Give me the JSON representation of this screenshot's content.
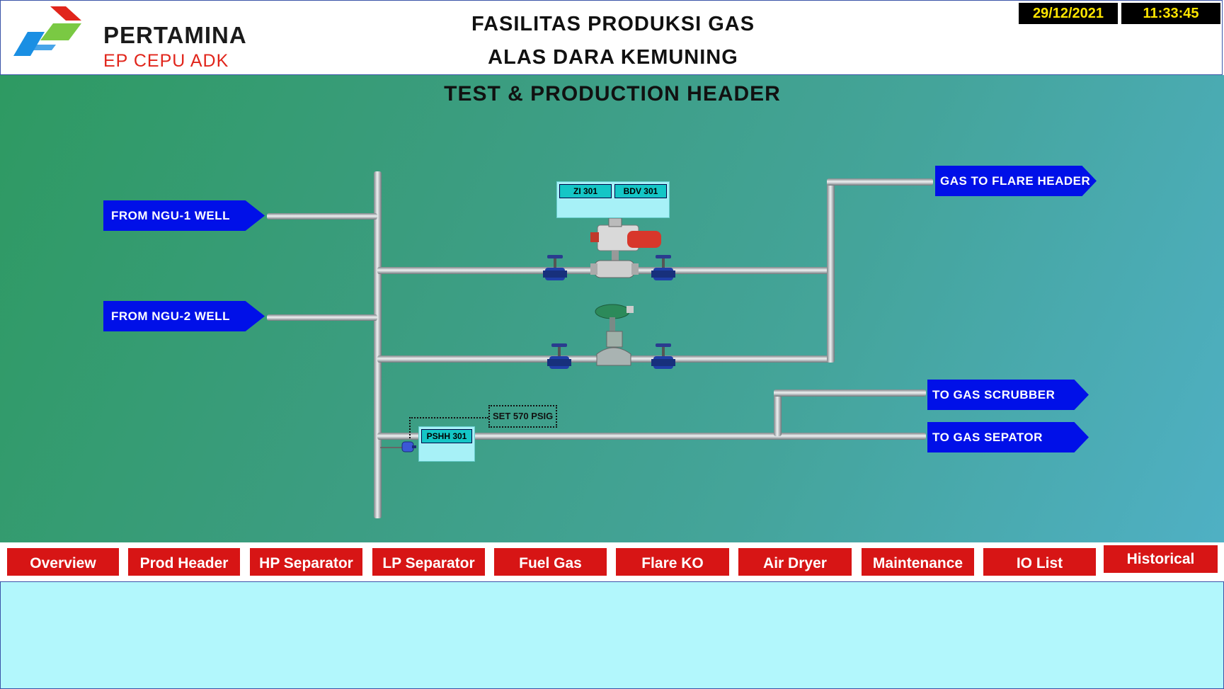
{
  "header": {
    "brand": "PERTAMINA",
    "unit": "EP CEPU ADK",
    "title_line1": "FASILITAS PRODUKSI GAS",
    "title_line2": "ALAS DARA KEMUNING",
    "date": "29/12/2021",
    "time": "11:33:45"
  },
  "page": {
    "title": "TEST & PRODUCTION HEADER"
  },
  "tags": {
    "from_ngu1": "FROM NGU-1 WELL",
    "from_ngu2": "FROM NGU-2 WELL",
    "gas_to_flare": "GAS TO FLARE HEADER",
    "to_gas_scrubber": "TO GAS SCRUBBER",
    "to_gas_separator": "TO GAS SEPATOR"
  },
  "instruments": {
    "zi": "ZI 301",
    "bdv": "BDV 301",
    "pshh": "PSHH 301",
    "setpoint": "SET 570 PSIG"
  },
  "nav": [
    "Overview",
    "Prod Header",
    "HP Separator",
    "LP Separator",
    "Fuel Gas",
    "Flare KO",
    "Air Dryer",
    "Maintenance",
    "IO List",
    "Historical"
  ],
  "colors": {
    "tag_blue": "#0010e8",
    "nav_red": "#d71515",
    "clock_yellow": "#ffe600",
    "chip_cyan": "#14c6c6",
    "infobox_cyan": "#a7f1f7",
    "bottom_panel": "#b2f7fc"
  }
}
